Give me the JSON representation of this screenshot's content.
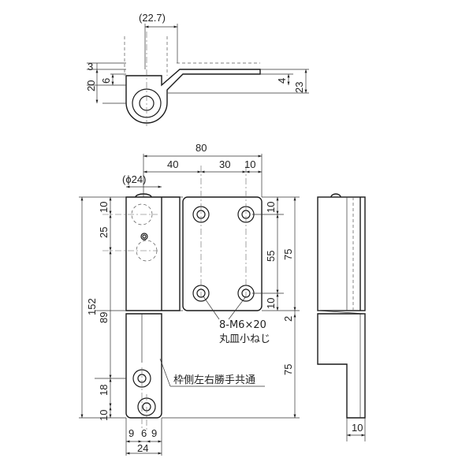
{
  "top_view": {
    "dims": {
      "d_22_7": "(22.7)",
      "d_3": "3",
      "d_6": "6",
      "d_20": "20",
      "d_4": "4",
      "d_23": "23"
    }
  },
  "front_view": {
    "dims": {
      "d_80": "80",
      "d_40": "40",
      "d_30": "30",
      "d_10_top": "10",
      "d_phi24": "(ϕ24)",
      "d_10_lt": "10",
      "d_25": "25",
      "d_152": "152",
      "d_89": "89",
      "d_18": "18",
      "d_10_lb": "10",
      "d_10_rt": "10",
      "d_55": "55",
      "d_75_r": "75",
      "d_10_rb": "10",
      "d_2": "2",
      "d_75_lower": "75",
      "d_9a": "9",
      "d_6": "6",
      "d_9b": "9",
      "d_24": "24"
    },
    "notes": {
      "screw_spec": "8-M6×20",
      "screw_type": "丸皿小ねじ",
      "common": "枠側左右勝手共通"
    }
  },
  "side_view": {
    "dims": {
      "d_10": "10"
    }
  }
}
